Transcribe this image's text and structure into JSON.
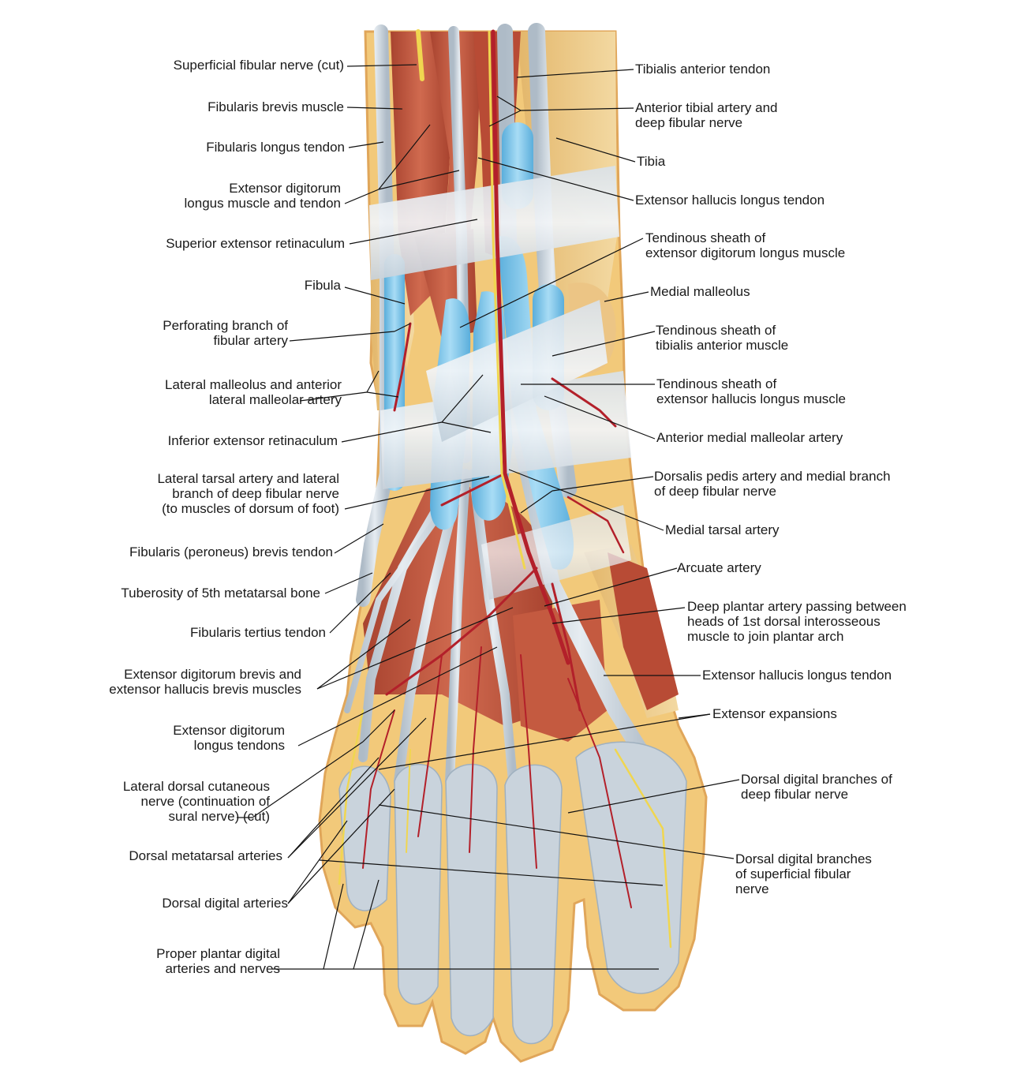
{
  "figure": {
    "colors": {
      "skin": "#f2c97a",
      "skin_edge": "#e0a65a",
      "muscle": "#c8553d",
      "muscle_dark": "#9c3a28",
      "tendon": "#c9d3dc",
      "tendon_edge": "#9fb0bf",
      "sheath": "#7cc3e8",
      "bone": "#e8c88f",
      "artery": "#b3202a",
      "nerve": "#f4e48a",
      "leader": "#111111"
    }
  },
  "labels_left": [
    {
      "id": "superficial-fibular-nerve",
      "lines": [
        "Superficial fibular nerve (cut)"
      ]
    },
    {
      "id": "fibularis-brevis-muscle",
      "lines": [
        "Fibularis brevis muscle"
      ]
    },
    {
      "id": "fibularis-longus-tendon",
      "lines": [
        "Fibularis longus tendon"
      ]
    },
    {
      "id": "extensor-digitorum-longus-muscle-tendon",
      "lines": [
        "Extensor digitorum",
        "longus muscle and tendon"
      ]
    },
    {
      "id": "superior-extensor-retinaculum",
      "lines": [
        "Superior extensor retinaculum"
      ]
    },
    {
      "id": "fibula",
      "lines": [
        "Fibula"
      ]
    },
    {
      "id": "perforating-branch-fibular-artery",
      "lines": [
        "Perforating branch of",
        "fibular artery"
      ]
    },
    {
      "id": "lateral-malleolus",
      "lines": [
        "Lateral malleolus and anterior",
        "lateral malleolar artery"
      ]
    },
    {
      "id": "inferior-extensor-retinaculum",
      "lines": [
        "Inferior extensor retinaculum"
      ]
    },
    {
      "id": "lateral-tarsal-artery",
      "lines": [
        "Lateral tarsal artery and lateral",
        "branch of deep fibular nerve",
        "(to muscles of dorsum of foot)"
      ]
    },
    {
      "id": "fibularis-brevis-tendon",
      "lines": [
        "Fibularis (peroneus) brevis tendon"
      ]
    },
    {
      "id": "tuberosity-5th-metatarsal",
      "lines": [
        "Tuberosity of 5th metatarsal bone"
      ]
    },
    {
      "id": "fibularis-tertius-tendon",
      "lines": [
        "Fibularis tertius tendon"
      ]
    },
    {
      "id": "extensor-digitorum-brevis",
      "lines": [
        "Extensor digitorum brevis and",
        "extensor hallucis brevis muscles"
      ]
    },
    {
      "id": "extensor-digitorum-longus-tendons",
      "lines": [
        "Extensor digitorum",
        "longus tendons"
      ]
    },
    {
      "id": "lateral-dorsal-cutaneous-nerve",
      "lines": [
        "Lateral dorsal cutaneous",
        "nerve (continuation of",
        "sural nerve) (cut)"
      ]
    },
    {
      "id": "dorsal-metatarsal-arteries",
      "lines": [
        "Dorsal metatarsal arteries"
      ]
    },
    {
      "id": "dorsal-digital-arteries",
      "lines": [
        "Dorsal digital arteries"
      ]
    },
    {
      "id": "proper-plantar-digital",
      "lines": [
        "Proper plantar digital",
        "arteries and nerves"
      ]
    }
  ],
  "labels_right": [
    {
      "id": "tibialis-anterior-tendon",
      "lines": [
        "Tibialis anterior tendon"
      ]
    },
    {
      "id": "anterior-tibial-artery",
      "lines": [
        "Anterior tibial artery and",
        "deep fibular nerve"
      ]
    },
    {
      "id": "tibia",
      "lines": [
        "Tibia"
      ]
    },
    {
      "id": "extensor-hallucis-longus-tendon-upper",
      "lines": [
        "Extensor hallucis longus tendon"
      ]
    },
    {
      "id": "tendinous-sheath-edl",
      "lines": [
        "Tendinous sheath of",
        "extensor digitorum longus muscle"
      ]
    },
    {
      "id": "medial-malleolus",
      "lines": [
        "Medial malleolus"
      ]
    },
    {
      "id": "tendinous-sheath-ta",
      "lines": [
        "Tendinous sheath of",
        "tibialis anterior muscle"
      ]
    },
    {
      "id": "tendinous-sheath-ehl",
      "lines": [
        "Tendinous sheath of",
        "extensor hallucis longus muscle"
      ]
    },
    {
      "id": "anterior-medial-malleolar-artery",
      "lines": [
        "Anterior medial malleolar artery"
      ]
    },
    {
      "id": "dorsalis-pedis-artery",
      "lines": [
        "Dorsalis pedis artery and medial branch",
        "of deep fibular nerve"
      ]
    },
    {
      "id": "medial-tarsal-artery",
      "lines": [
        "Medial tarsal artery"
      ]
    },
    {
      "id": "arcuate-artery",
      "lines": [
        "Arcuate artery"
      ]
    },
    {
      "id": "deep-plantar-artery",
      "lines": [
        "Deep plantar artery passing between",
        "heads of 1st dorsal interosseous",
        "muscle to join plantar arch"
      ]
    },
    {
      "id": "extensor-hallucis-longus-tendon-lower",
      "lines": [
        "Extensor hallucis longus tendon"
      ]
    },
    {
      "id": "extensor-expansions",
      "lines": [
        "Extensor expansions"
      ]
    },
    {
      "id": "dorsal-digital-branches-deep",
      "lines": [
        "Dorsal digital branches of",
        "deep fibular nerve"
      ]
    },
    {
      "id": "dorsal-digital-branches-superficial",
      "lines": [
        "Dorsal digital branches",
        "of superficial fibular",
        "nerve"
      ]
    }
  ]
}
